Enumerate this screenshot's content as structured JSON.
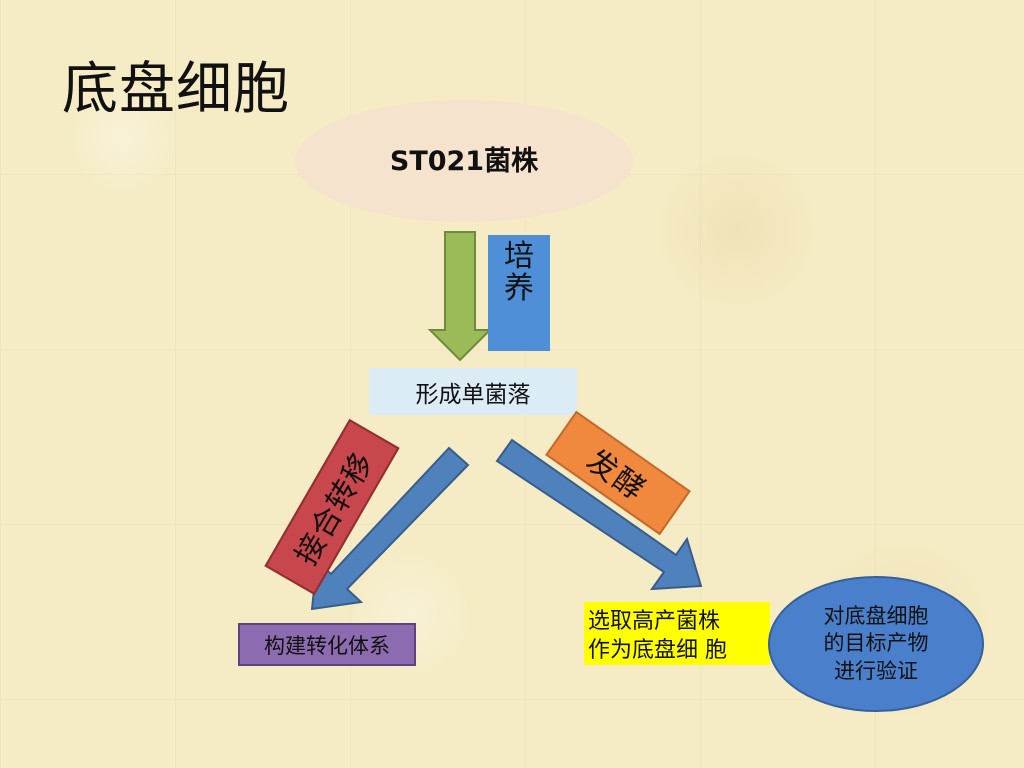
{
  "slide": {
    "title": "底盘细胞",
    "strain": "ST021菌株",
    "culture": [
      "培",
      "养"
    ],
    "colony": "形成单菌落",
    "conjugation": "接合转移",
    "fermentation": "发酵",
    "construct": "构建转化体系",
    "select": [
      "选取高产菌株",
      "作为底盘细 胞"
    ],
    "verify": [
      "对底盘细胞",
      "的目标产物",
      "进行验证"
    ]
  },
  "colors": {
    "green_arrow": "#9bbb59",
    "blue_arrow": "#4f81bd",
    "culture_box": "#4f8fd8",
    "conjugation_box": "#c8474c",
    "fermentation_box": "#f0893e",
    "construct_box": "#8c6bb0",
    "select_box": "#ffff00",
    "verify_ellipse": "#4a7fcc"
  }
}
